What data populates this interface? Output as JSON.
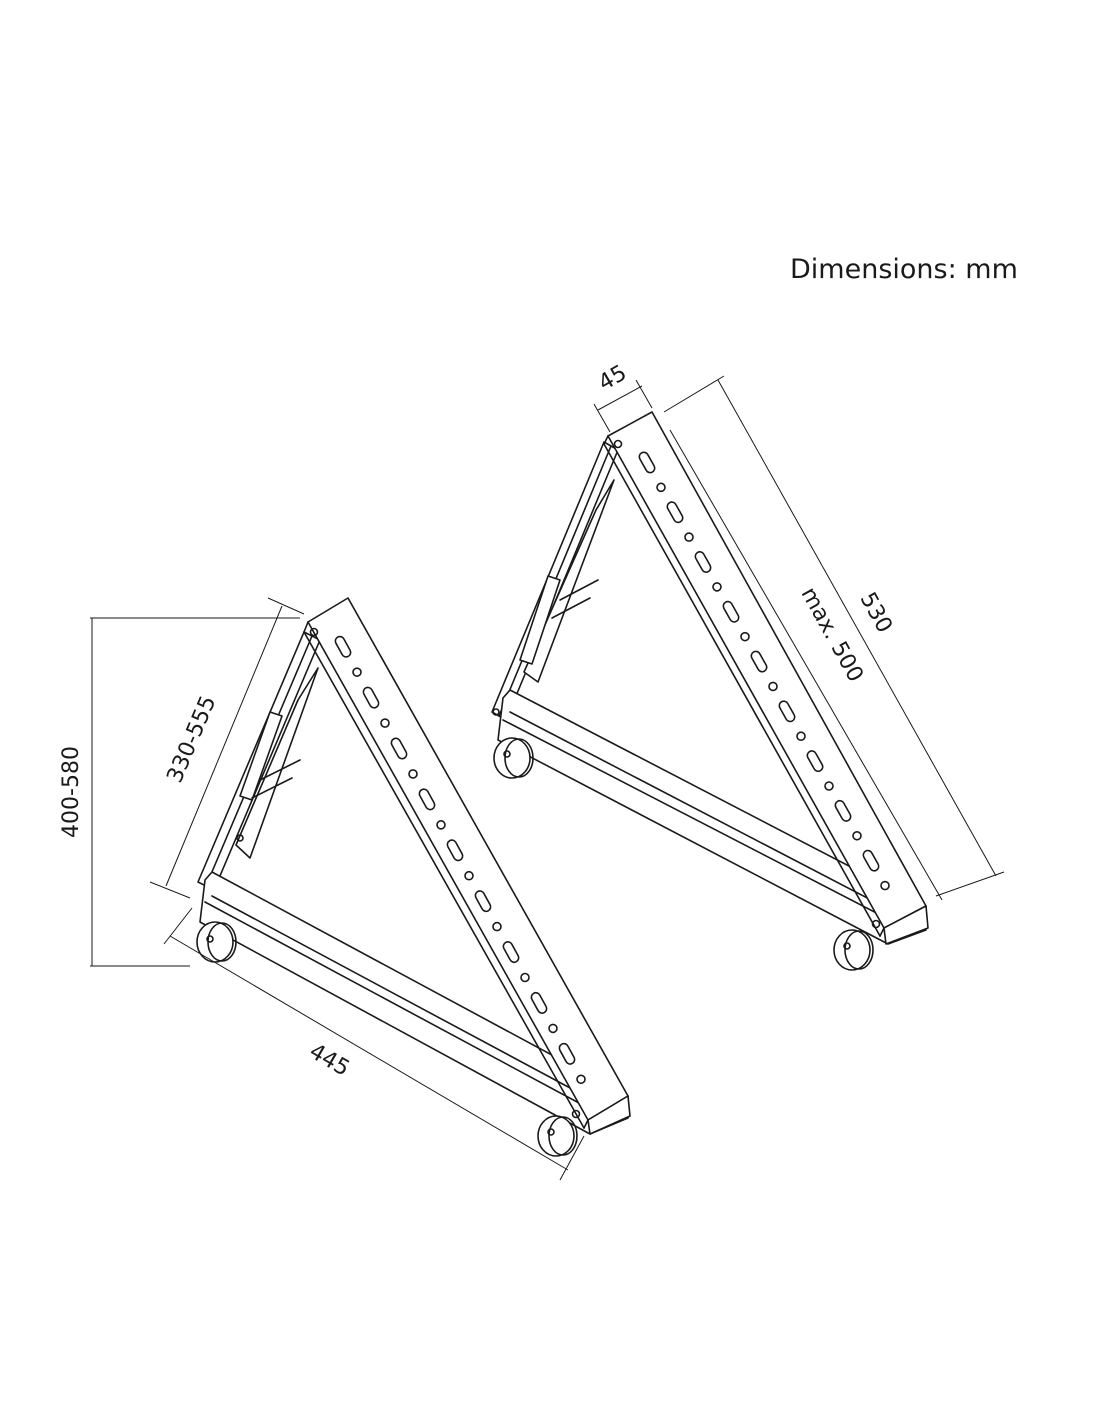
{
  "title": "Dimensions: mm",
  "dimensions": {
    "height": "400-580",
    "arm_length": "330-555",
    "base_length": "445",
    "width": "45",
    "rail_length": "530",
    "rail_max": "max. 500"
  }
}
